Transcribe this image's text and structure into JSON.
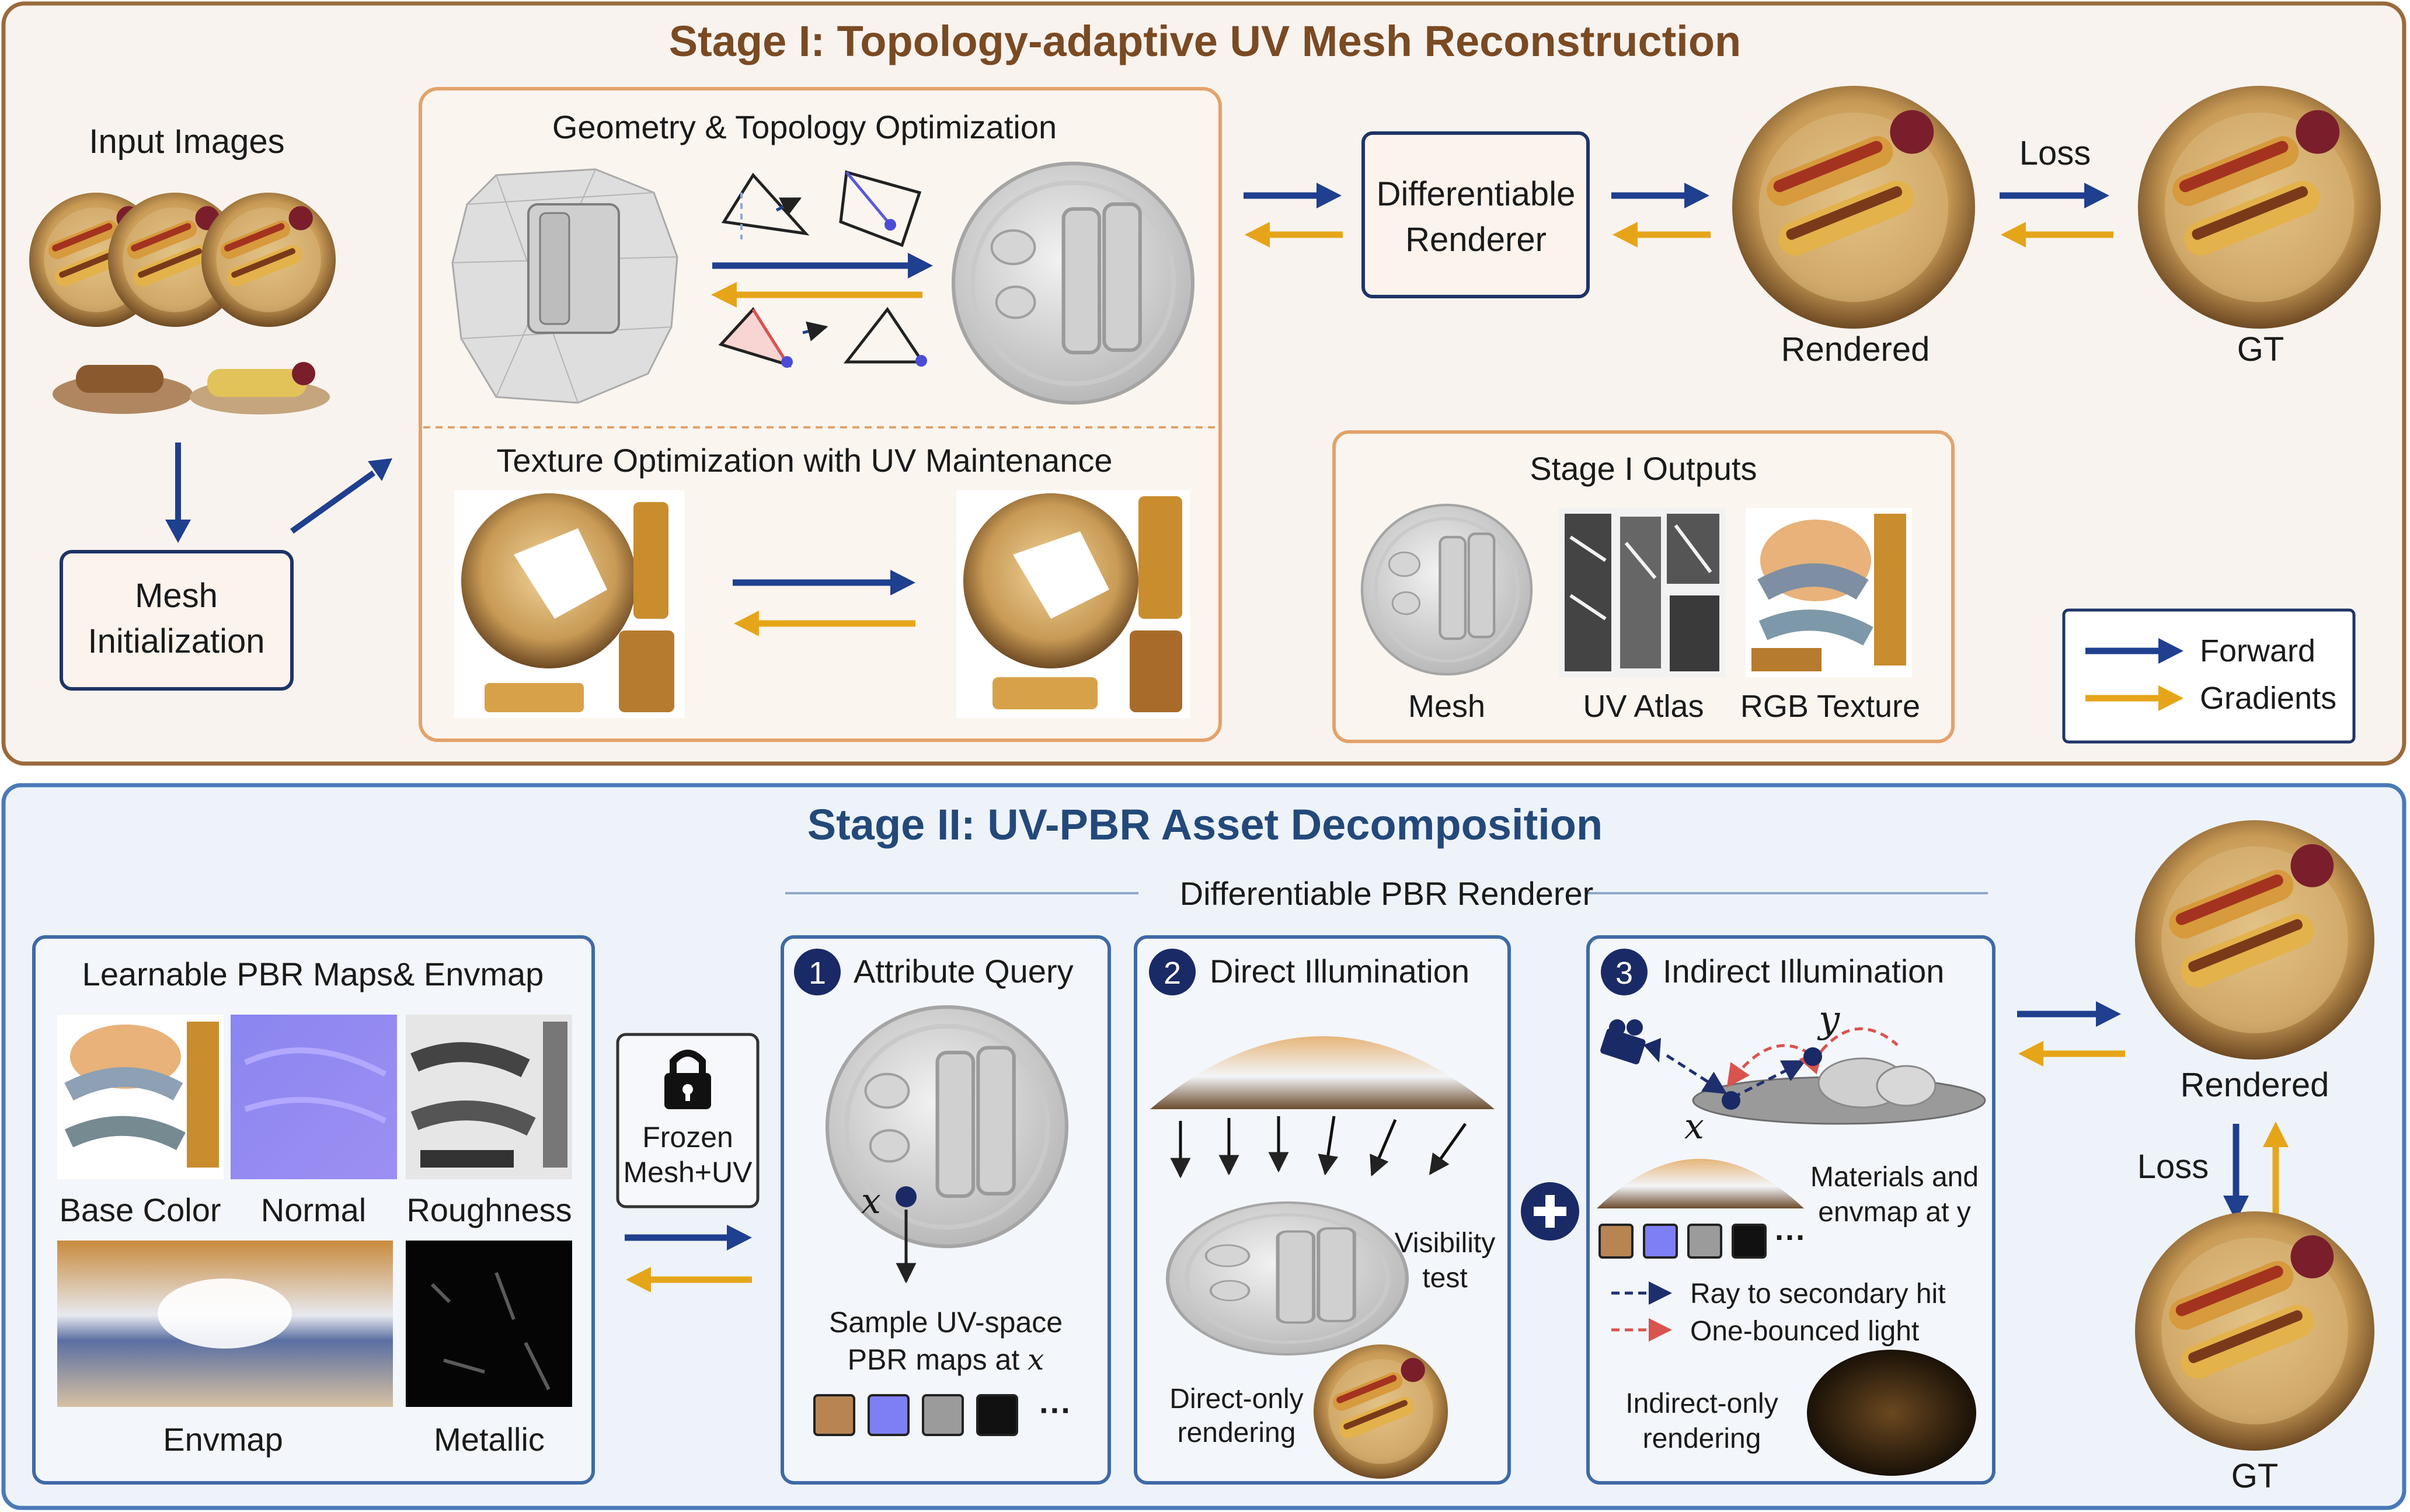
{
  "stage1": {
    "title": "Stage I: Topology-adaptive UV Mesh Reconstruction",
    "input_images_label": "Input Images",
    "mesh_init_line1": "Mesh",
    "mesh_init_line2": "Initialization",
    "geo_topo_title": "Geometry  & Topology Optimization",
    "texture_opt_title": "Texture Optimization with UV Maintenance",
    "renderer_line1": "Differentiable",
    "renderer_line2": "Renderer",
    "rendered_label": "Rendered",
    "gt_label": "GT",
    "loss_label": "Loss",
    "outputs_title": "Stage I Outputs",
    "outputs": [
      "Mesh",
      "UV Atlas",
      "RGB Texture"
    ],
    "legend_forward": "Forward",
    "legend_gradients": "Gradients"
  },
  "stage2": {
    "title": "Stage II: UV-PBR Asset Decomposition",
    "pbr_renderer_label": "Differentiable PBR Renderer",
    "maps_title": "Learnable PBR Maps& Envmap",
    "maps": [
      "Base Color",
      "Normal",
      "Roughness",
      "Envmap",
      "Metallic"
    ],
    "frozen_line1": "Frozen",
    "frozen_line2": "Mesh+UV",
    "step1_num": "1",
    "step1_title": "Attribute Query",
    "step1_x": "x",
    "step1_caption1": "Sample UV-space",
    "step1_caption2": "PBR maps at",
    "step1_caption_var": "x",
    "ellipsis": "···",
    "step2_num": "2",
    "step2_title": "Direct Illumination",
    "visibility_line1": "Visibility",
    "visibility_line2": "test",
    "direct_line1": "Direct-only",
    "direct_line2": "rendering",
    "step3_num": "3",
    "step3_title": "Indirect Illumination",
    "step3_y": "y",
    "step3_x": "x",
    "materials_line1": "Materials and",
    "materials_line2": "envmap at y",
    "ray_label": "Ray to secondary hit",
    "bounce_label": "One-bounced light",
    "indirect_line1": "Indirect-only",
    "indirect_line2": "rendering",
    "rendered_label": "Rendered",
    "gt_label": "GT",
    "loss_label": "Loss"
  },
  "colors": {
    "forward": "#1f3f8f",
    "gradients": "#e6a519",
    "stage1_title": "#7a4a23",
    "stage2_title": "#23497a",
    "swatch_brown": "#b88452",
    "swatch_violet": "#7f7ff5",
    "swatch_gray": "#9b9b9b",
    "swatch_black": "#111111"
  }
}
